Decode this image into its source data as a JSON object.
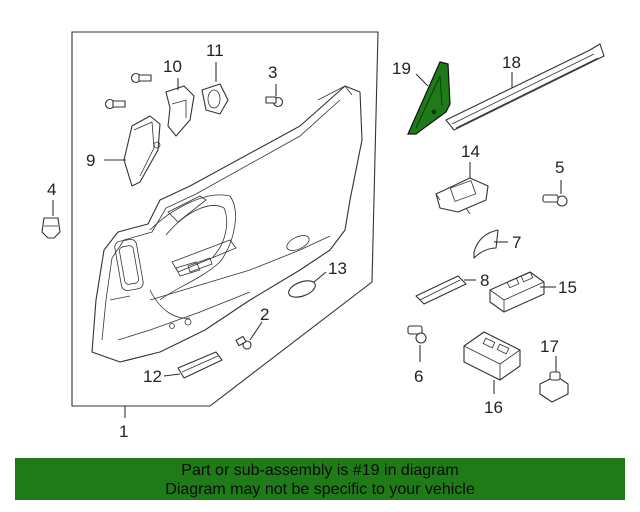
{
  "callouts": {
    "c1": "1",
    "c2": "2",
    "c3": "3",
    "c4": "4",
    "c5": "5",
    "c6": "6",
    "c7": "7",
    "c8": "8",
    "c9": "9",
    "c10": "10",
    "c11": "11",
    "c12": "12",
    "c13": "13",
    "c14": "14",
    "c15": "15",
    "c16": "16",
    "c17": "17",
    "c18": "18",
    "c19": "19"
  },
  "highlight_color": "#1e7b18",
  "banner": {
    "line1": "Part or sub-assembly is #19 in diagram",
    "line2": "Diagram may not be specific to your vehicle"
  }
}
